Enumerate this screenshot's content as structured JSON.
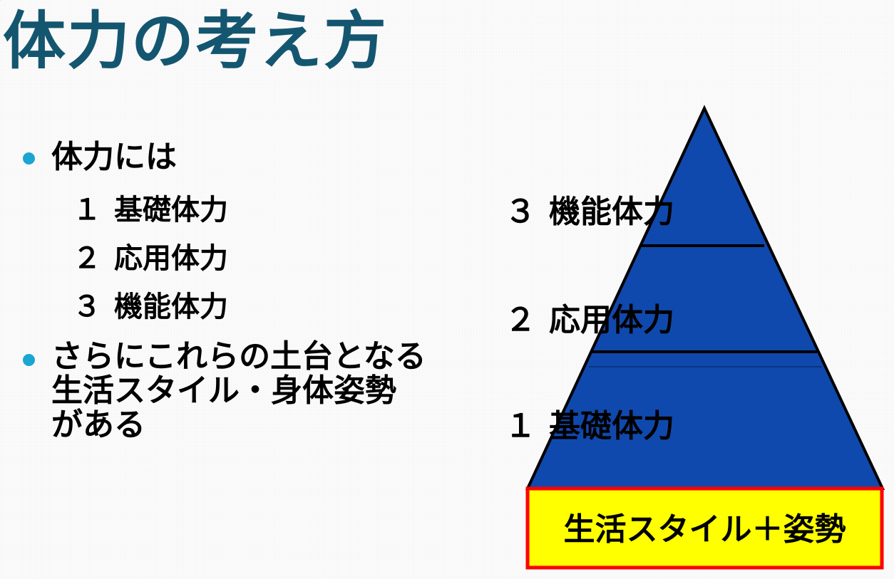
{
  "title": "体力の考え方",
  "bullets": [
    {
      "text": "体力には",
      "sub_items": [
        {
          "num": "１",
          "label": "基礎体力"
        },
        {
          "num": "２",
          "label": "応用体力"
        },
        {
          "num": "３",
          "label": "機能体力"
        }
      ]
    },
    {
      "lines": [
        "さらにこれらの土台となる",
        "生活スタイル・身体姿勢",
        "がある"
      ]
    }
  ],
  "pyramid": {
    "tiers": [
      {
        "num": "３",
        "label": "機能体力"
      },
      {
        "num": "２",
        "label": "応用体力"
      },
      {
        "num": "１",
        "label": "基礎体力"
      }
    ],
    "base_label": "生活スタイル＋姿勢",
    "colors": {
      "tier_fill": "#1049ad",
      "outline": "#000000",
      "base_fill": "#ffff00",
      "base_border": "#ff0000",
      "title": "#14566f",
      "bullet": "#1aa6d0"
    }
  }
}
